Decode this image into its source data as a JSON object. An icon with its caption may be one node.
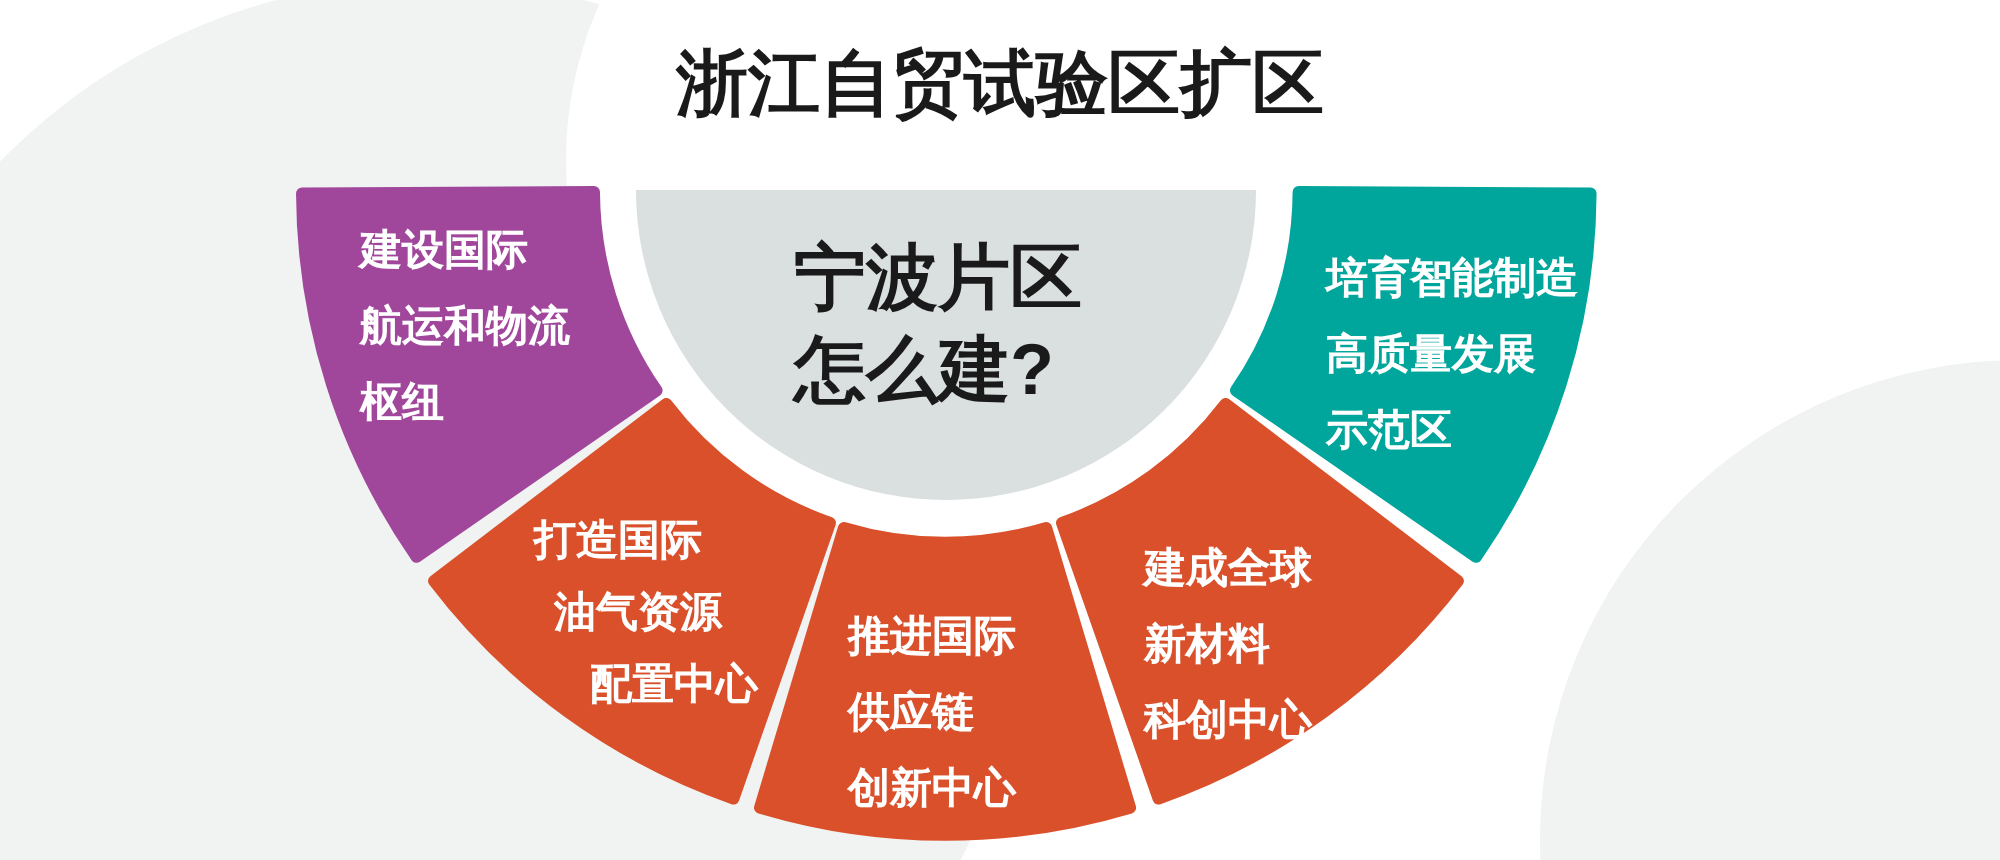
{
  "diagram": {
    "title": "浙江自贸试验区扩区",
    "nodes": [
      {
        "text": [
          "宁波片区怎么建?"
        ]
      },
      {
        "text": [
          "建设国际航运和物流枢纽"
        ]
      },
      {
        "text": [
          "培育智能制造高质量发展示范区"
        ]
      },
      {
        "text": [
          "打造国际油气资源配置中心"
        ]
      },
      {
        "text": [
          "推进国际供应链创新中心"
        ]
      },
      {
        "text": [
          "建成全球新材料科创中心"
        ]
      }
    ]
  }
}
